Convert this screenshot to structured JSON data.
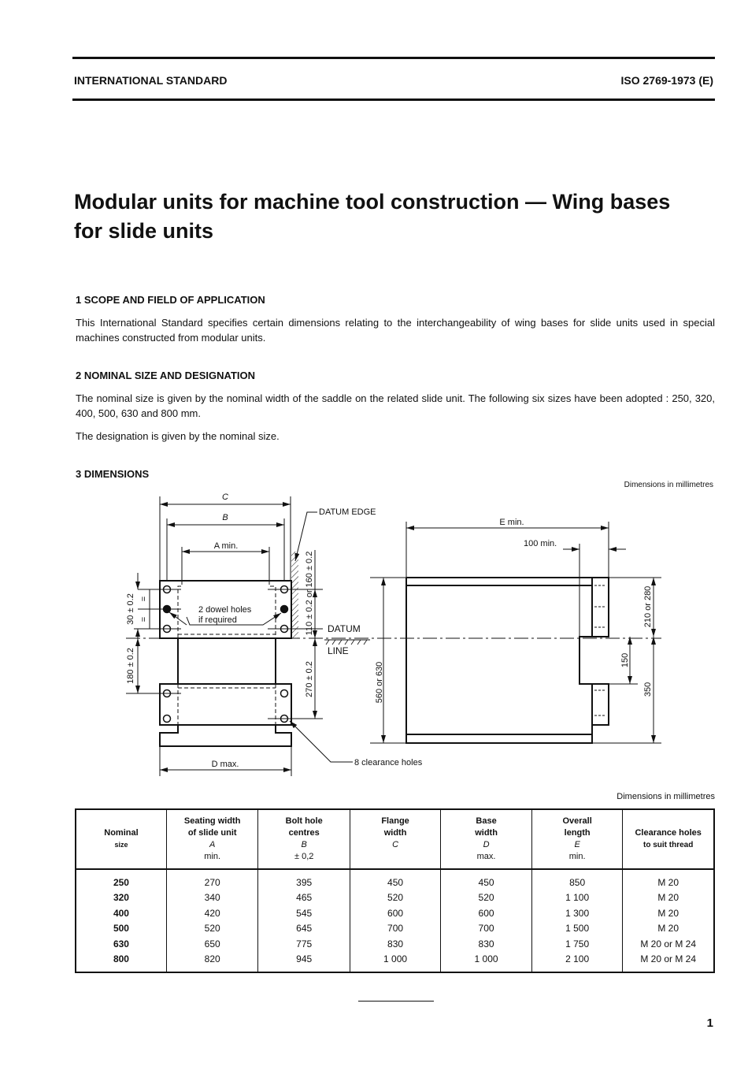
{
  "header": {
    "left": "INTERNATIONAL STANDARD",
    "right": "ISO 2769-1973 (E)"
  },
  "title": "Modular units for machine tool construction — Wing bases for slide units",
  "sections": [
    {
      "heading": "1  SCOPE AND FIELD OF APPLICATION",
      "paragraphs": [
        "This International Standard specifies certain dimensions relating to the interchangeability of wing bases for slide units used in special machines constructed from modular units."
      ]
    },
    {
      "heading": "2  NOMINAL SIZE AND DESIGNATION",
      "paragraphs": [
        "The nominal size is given by the nominal width of the saddle on the related slide unit. The following six sizes have been adopted : 250, 320, 400, 500, 630 and 800 mm.",
        "The designation is given by the nominal size."
      ]
    },
    {
      "heading": "3  DIMENSIONS",
      "paragraphs": []
    }
  ],
  "drawing": {
    "units_note": "Dimensions in millimetres",
    "labels": {
      "C": "C",
      "B": "B",
      "A": "A min.",
      "datum_edge": "DATUM EDGE",
      "dowel": "2 dowel holes",
      "dowel2": "if required",
      "datum": "DATUM",
      "line": "LINE",
      "d30": "30 ± 0.2",
      "d180": "180 ± 0.2",
      "d110": "110 ± 0.2 or 160 ± 0.2",
      "d270": "270 ± 0.2",
      "d560": "560 or 630",
      "E": "E min.",
      "d100": "100 min.",
      "d210": "210 or 280",
      "d150": "150",
      "d350": "350",
      "D": "D max.",
      "clearance": "8 clearance holes",
      "eq": "="
    }
  },
  "table": {
    "units_note": "Dimensions in millimetres",
    "headers": [
      {
        "l1": "Nominal",
        "l2": "size",
        "sym": "",
        "q": ""
      },
      {
        "l1": "Seating width",
        "l2": "of slide unit",
        "sym": "A",
        "q": "min."
      },
      {
        "l1": "Bolt hole",
        "l2": "centres",
        "sym": "B",
        "q": "± 0,2"
      },
      {
        "l1": "Flange",
        "l2": "width",
        "sym": "C",
        "q": ""
      },
      {
        "l1": "Base",
        "l2": "width",
        "sym": "D",
        "q": "max."
      },
      {
        "l1": "Overall",
        "l2": "length",
        "sym": "E",
        "q": "min."
      },
      {
        "l1": "Clearance holes",
        "l2": "to suit thread",
        "sym": "",
        "q": ""
      }
    ],
    "rows": [
      [
        "250",
        "270",
        "395",
        "450",
        "450",
        "850",
        "M 20"
      ],
      [
        "320",
        "340",
        "465",
        "520",
        "520",
        "1 100",
        "M 20"
      ],
      [
        "400",
        "420",
        "545",
        "600",
        "600",
        "1 300",
        "M 20"
      ],
      [
        "500",
        "520",
        "645",
        "700",
        "700",
        "1 500",
        "M 20"
      ],
      [
        "630",
        "650",
        "775",
        "830",
        "830",
        "1 750",
        "M 20 or M 24"
      ],
      [
        "800",
        "820",
        "945",
        "1 000",
        "1 000",
        "2 100",
        "M 20 or M 24"
      ]
    ]
  },
  "page_number": "1"
}
